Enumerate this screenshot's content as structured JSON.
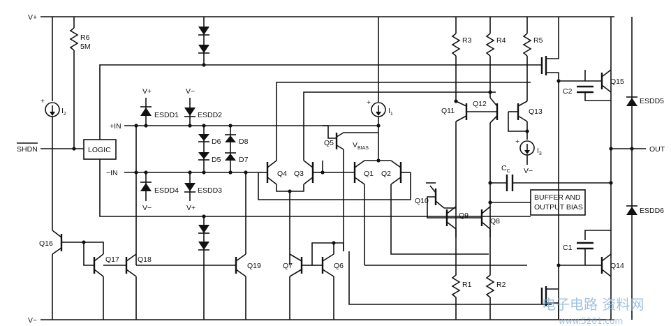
{
  "rails": {
    "vplus": "V+",
    "vminus": "V−"
  },
  "inputs": {
    "in_plus": "+IN",
    "in_minus": "−IN",
    "shdn": "SHDN"
  },
  "output": {
    "out": "OUT"
  },
  "blocks": {
    "logic": "LOGIC",
    "buffer_line1": "BUFFER AND",
    "buffer_line2": "OUTPUT BIAS"
  },
  "sources": {
    "i1": "I",
    "i1_sub": "1",
    "i2": "I",
    "i2_sub": "2",
    "i3": "I",
    "i3_sub": "3",
    "vbias": "V",
    "vbias_sub": "BIAS"
  },
  "resistors": {
    "r1": "R1",
    "r2": "R2",
    "r3": "R3",
    "r4": "R4",
    "r5": "R5",
    "r6": "R6",
    "r6_value": "5M"
  },
  "capacitors": {
    "c1": "C1",
    "c2": "C2",
    "cc": "C",
    "cc_sub": "C"
  },
  "transistors": {
    "q1": "Q1",
    "q2": "Q2",
    "q3": "Q3",
    "q4": "Q4",
    "q5": "Q5",
    "q6": "Q6",
    "q7": "Q7",
    "q8": "Q8",
    "q9": "Q9",
    "q10": "Q10",
    "q11": "Q11",
    "q12": "Q12",
    "q13": "Q13",
    "q14": "Q14",
    "q15": "Q15",
    "q16": "Q16",
    "q17": "Q17",
    "q18": "Q18",
    "q19": "Q19"
  },
  "diodes": {
    "d5": "D5",
    "d6": "D6",
    "d7": "D7",
    "d8": "D8",
    "esdd1": "ESDD1",
    "esdd2": "ESDD2",
    "esdd3": "ESDD3",
    "esdd4": "ESDD4",
    "esdd5": "ESDD5",
    "esdd6": "ESDD6"
  },
  "esd_supply": {
    "esdd1": "V+",
    "esdd2": "V−",
    "esdd3": "V+",
    "esdd4": "V−",
    "i3": "V−"
  },
  "watermark": {
    "text": "电子电路 资料网",
    "url": "www.5201.com"
  }
}
